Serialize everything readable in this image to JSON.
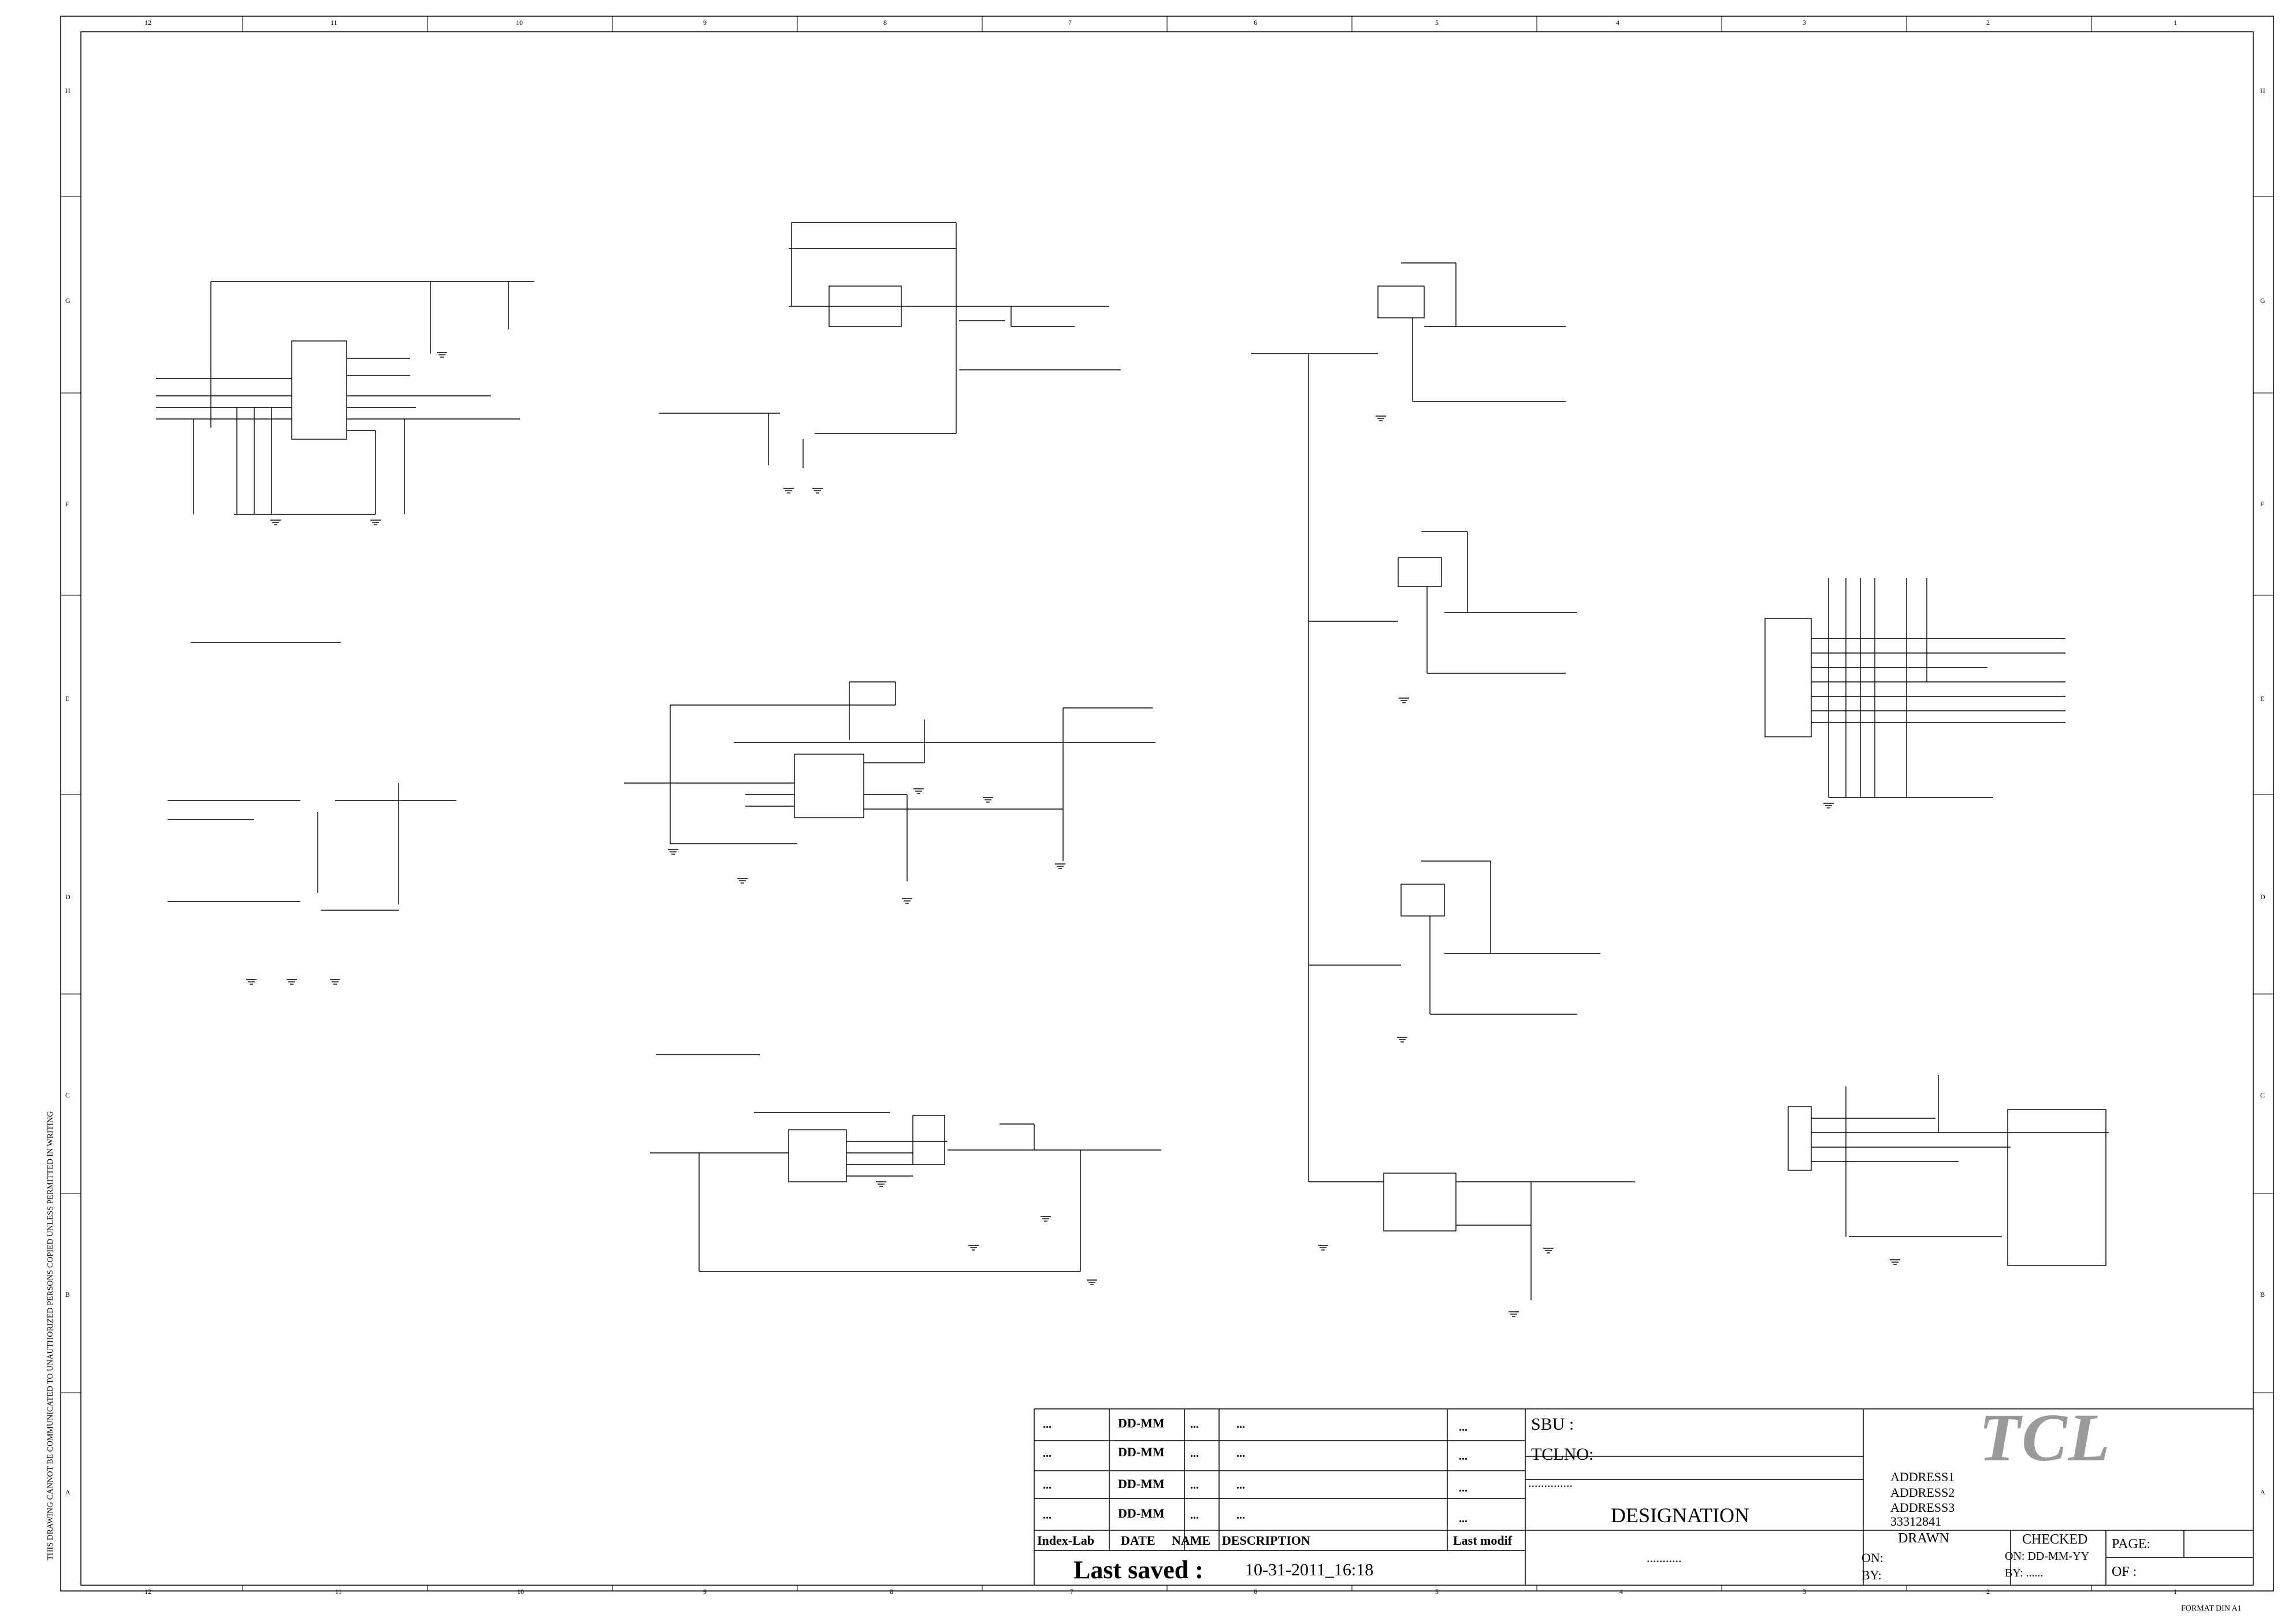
{
  "frame": {
    "zones_top": [
      "12",
      "11",
      "10",
      "9",
      "8",
      "7",
      "6",
      "5",
      "4",
      "3",
      "2",
      "1"
    ],
    "zones_bottom": [
      "12",
      "11",
      "10",
      "9",
      "8",
      "7",
      "6",
      "5",
      "4",
      "3",
      "2",
      "1"
    ],
    "zones_left": [
      "H",
      "G",
      "F",
      "E",
      "D",
      "C",
      "B",
      "A"
    ],
    "zones_right": [
      "H",
      "G",
      "F",
      "E",
      "D",
      "C",
      "B",
      "A"
    ],
    "side_note": "THIS DRAWING CANNOT BE COMMUNICATED TO UNAUTHORIZED PERSONS COPIED UNLESS PERMITTED IN WRITING",
    "format": "FORMAT DIN A1"
  },
  "title_block": {
    "rev_rows": [
      {
        "index": "...",
        "date": "DD-MM",
        "name": "...",
        "description": "...",
        "modif": "..."
      },
      {
        "index": "...",
        "date": "DD-MM",
        "name": "...",
        "description": "...",
        "modif": "..."
      },
      {
        "index": "...",
        "date": "DD-MM",
        "name": "...",
        "description": "...",
        "modif": "..."
      },
      {
        "index": "...",
        "date": "DD-MM",
        "name": "...",
        "description": "...",
        "modif": "..."
      }
    ],
    "headers": {
      "index": "Index-Lab",
      "date": "DATE",
      "name": "NAME",
      "description": "DESCRIPTION",
      "modif": "Last modif"
    },
    "last_saved_label": "Last saved :",
    "last_saved_value": "10-31-2011_16:18",
    "sbu": "SBU :",
    "tclno": "TCLNO:",
    "dots_line": "..............",
    "designation": "DESIGNATION",
    "designation_dots": "...........",
    "logo": "TCL",
    "address": [
      "ADDRESS1",
      "ADDRESS2",
      "ADDRESS3",
      "33312841"
    ],
    "drawn": "DRAWN",
    "checked": "CHECKED",
    "on_left": "ON:",
    "by_left": "BY:",
    "on_right": "ON: DD-MM-YY",
    "by_right": "BY:   ......",
    "page": "PAGE:",
    "of": "OF  :"
  },
  "icons": {
    "ground": "ground-icon",
    "power_arrow": "power-arrow-icon",
    "connector": "connector-icon"
  }
}
